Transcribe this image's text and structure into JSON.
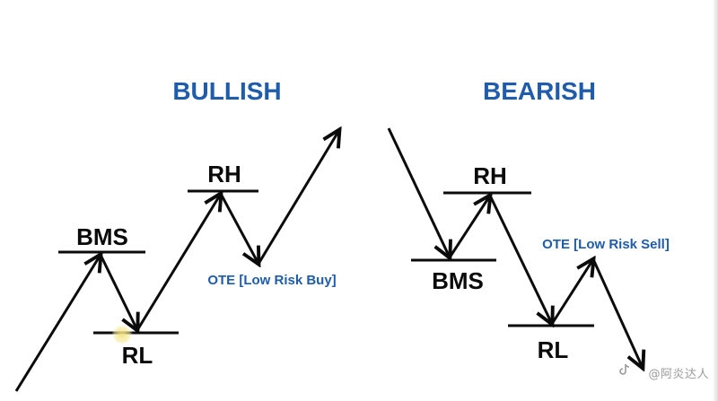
{
  "colors": {
    "heading": "#1f5cab",
    "zone_label": "#1f5cab",
    "line": "#0b0b0b",
    "cursor_highlight": "#f3e27a"
  },
  "bullish": {
    "title": "BULLISH",
    "labels": {
      "bms": "BMS",
      "rh": "RH",
      "rl": "RL",
      "ote": "OTE [Low Risk Buy]"
    }
  },
  "bearish": {
    "title": "BEARISH",
    "labels": {
      "rh": "RH",
      "bms": "BMS",
      "ote": "OTE [Low Risk Sell]",
      "rl": "RL"
    }
  },
  "watermark": {
    "text": "@阿炎达人",
    "icon": "douyin-logo-icon"
  }
}
